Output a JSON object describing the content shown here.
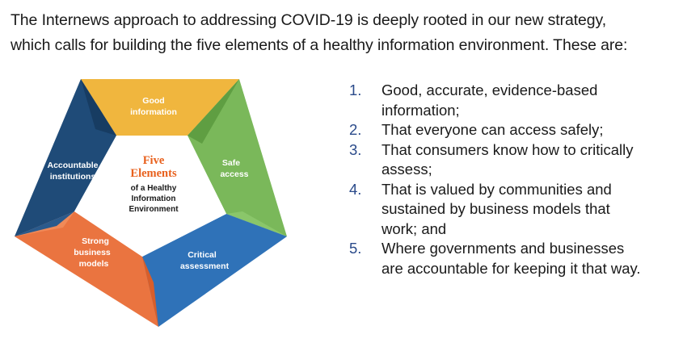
{
  "intro": {
    "line1": "The Internews approach to addressing COVID-19 is deeply rooted in our new strategy,",
    "line2": "which calls for building the five elements of a healthy information environment. These are:"
  },
  "diagram": {
    "segments": [
      {
        "line1": "Good",
        "line2": "information",
        "color": "#f0b63e"
      },
      {
        "line1": "Safe",
        "line2": "access",
        "color": "#7ab85a"
      },
      {
        "line1": "Critical",
        "line2": "assessment",
        "color": "#2f72b8"
      },
      {
        "line1": "Strong",
        "line2": "business",
        "line3": "models",
        "color": "#ea7440"
      },
      {
        "line1": "Accountable",
        "line2": "institutions",
        "color": "#1f4b78"
      }
    ],
    "center": {
      "title1": "Five",
      "title2": "Elements",
      "sub1": "of a Healthy",
      "sub2": "Information",
      "sub3": "Environment"
    }
  },
  "list": [
    {
      "num": "1.",
      "text": "Good, accurate, evidence-based information;"
    },
    {
      "num": "2.",
      "text": "That everyone can access safely;"
    },
    {
      "num": "3.",
      "text": "That consumers know how to critically assess;"
    },
    {
      "num": "4.",
      "text": "That is valued by communities and sustained by business models that work; and"
    },
    {
      "num": "5.",
      "text": "Where governments and businesses are accountable for keeping it that way."
    }
  ]
}
